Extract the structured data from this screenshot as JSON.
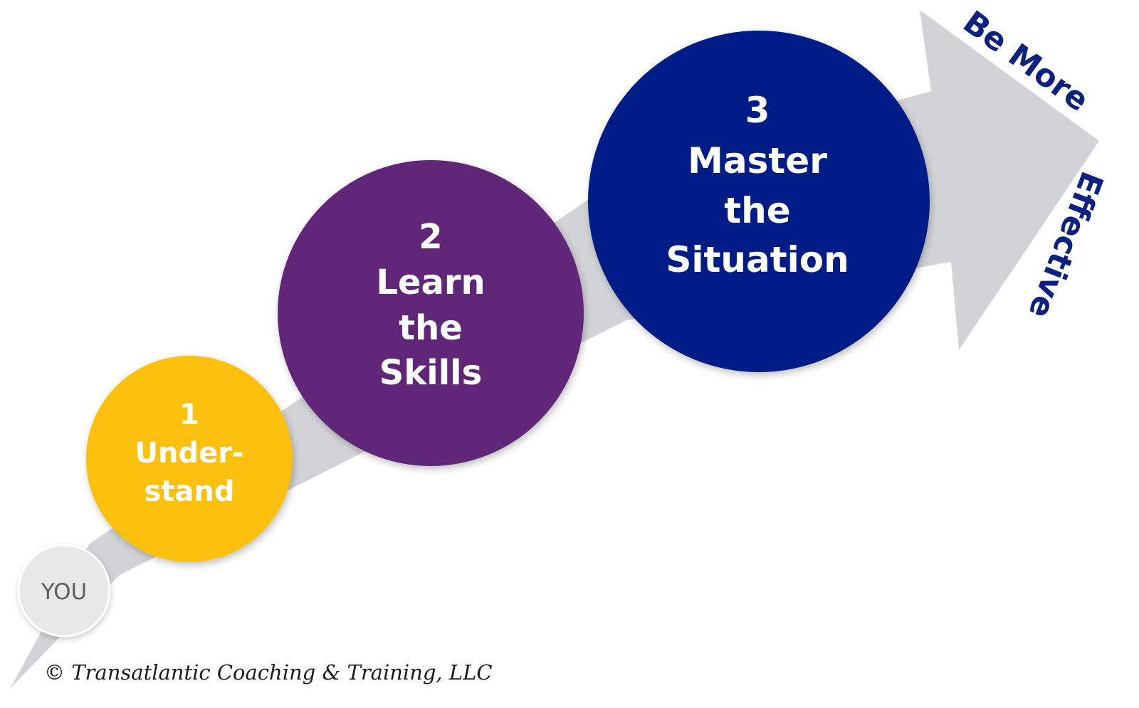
{
  "start": {
    "label": "YOU"
  },
  "steps": [
    {
      "number": "1",
      "lines": [
        "Under-",
        "stand"
      ],
      "color": "#fbc00e"
    },
    {
      "number": "2",
      "lines": [
        "Learn",
        "the",
        "Skills"
      ],
      "color": "#612878"
    },
    {
      "number": "3",
      "lines": [
        "Master",
        "the",
        "Situation"
      ],
      "color": "#041d87"
    }
  ],
  "goal": {
    "line1": "Be More",
    "line2": "Effective",
    "color": "#0d2183"
  },
  "arrow_color": "#d2d3d7",
  "footer": {
    "copyright": "© Transatlantic Coaching & Training, LLC"
  }
}
